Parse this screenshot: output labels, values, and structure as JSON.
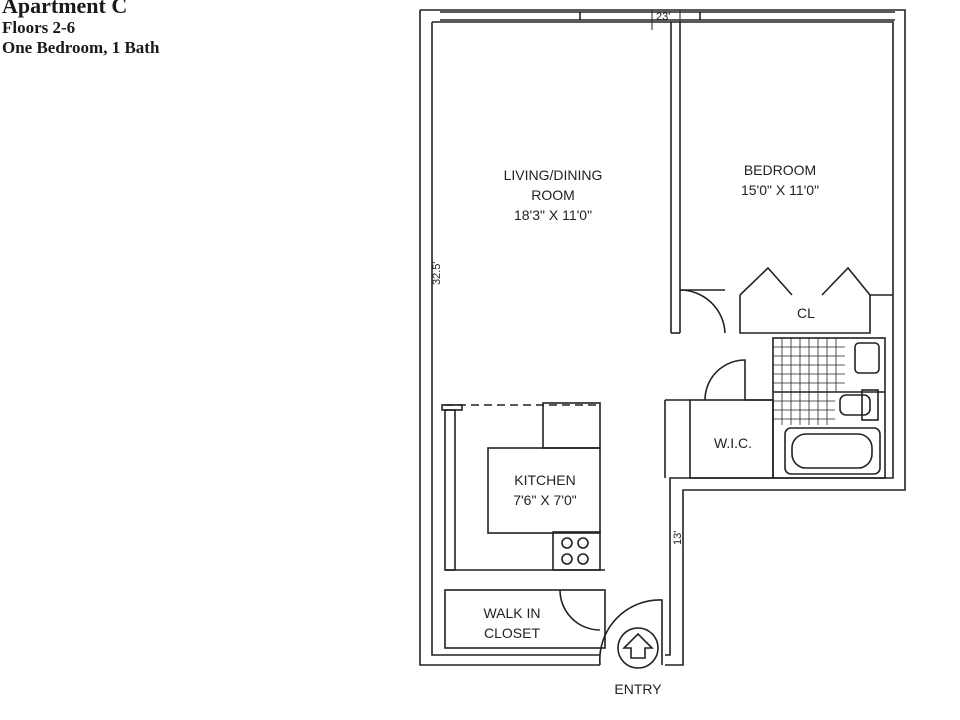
{
  "header": {
    "title": "Apartment C",
    "floors": "Floors 2-6",
    "unit_type": "One Bedroom, 1 Bath"
  },
  "rooms": {
    "living": {
      "name_line1": "LIVING/DINING",
      "name_line2": "ROOM",
      "size": "18'3\" X 11'0\""
    },
    "bedroom": {
      "name": "BEDROOM",
      "size": "15'0\" X 11'0\""
    },
    "closet": {
      "name": "CL"
    },
    "wic": {
      "name": "W.I.C."
    },
    "kitchen": {
      "name": "KITCHEN",
      "size": "7'6\" X 7'0\""
    },
    "walk_in_closet": {
      "name_line1": "WALK IN",
      "name_line2": "CLOSET"
    },
    "entry": {
      "name": "ENTRY"
    }
  },
  "dimensions": {
    "top_width": "23'",
    "left_height": "32.5'",
    "corridor": "13'"
  },
  "colors": {
    "line": "#222222",
    "background": "#ffffff"
  }
}
